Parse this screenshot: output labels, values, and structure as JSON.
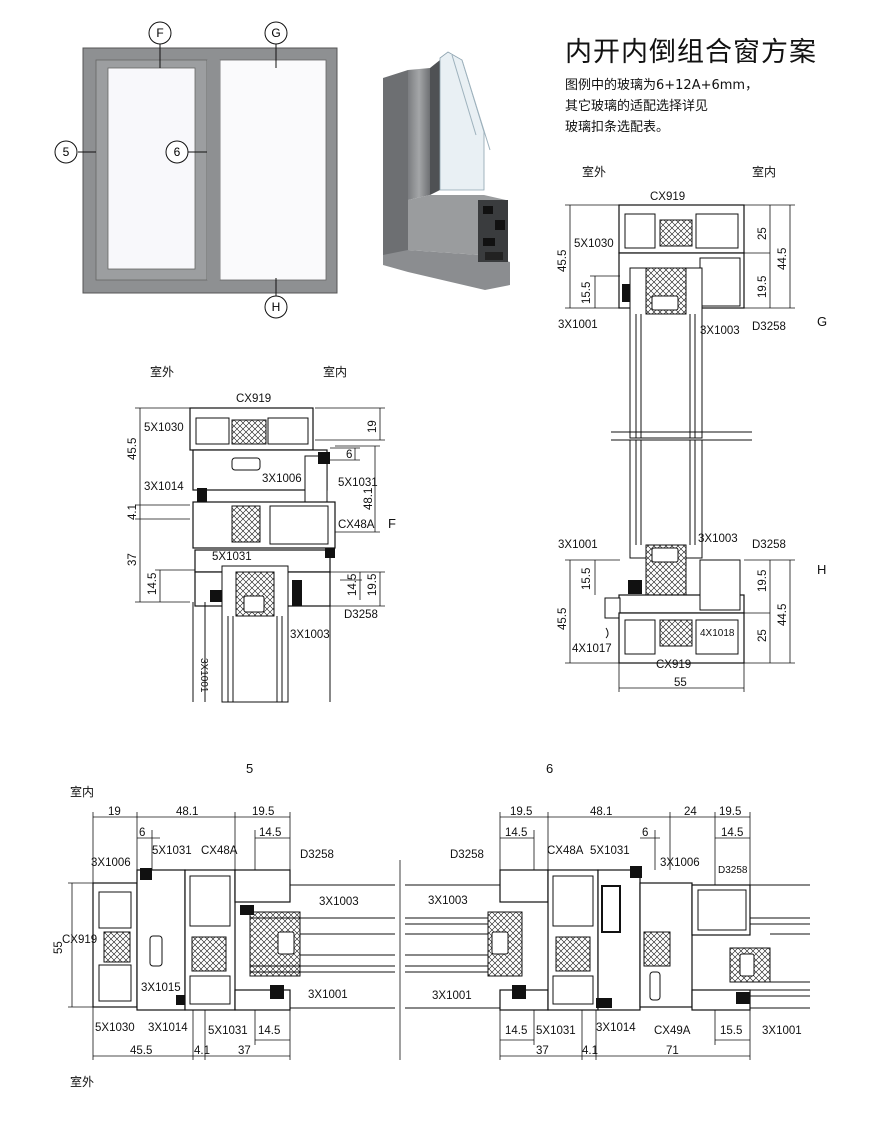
{
  "title": "内开内倒组合窗方案",
  "notes": [
    "图例中的玻璃为6+12A+6mm，",
    "其它玻璃的适配选择详见",
    "玻璃扣条选配表。"
  ],
  "elevation_markers": {
    "F": "F",
    "G": "G",
    "H": "H",
    "five": "5",
    "six": "6"
  },
  "labels": {
    "outdoor": "室外",
    "indoor": "室内",
    "section_F": "F",
    "section_G": "G",
    "section_H": "H",
    "section_5": "5",
    "section_6": "6"
  },
  "section_F": {
    "parts": [
      "CX919",
      "5X1030",
      "3X1006",
      "5X1031",
      "3X1014",
      "CX48A",
      "5X1031",
      "D3258",
      "3X1001",
      "3X1003"
    ],
    "dims": [
      "45.5",
      "4.1",
      "37",
      "14.5",
      "19",
      "6",
      "48.1",
      "14.5",
      "19.5"
    ]
  },
  "section_GH": {
    "parts": [
      "CX919",
      "5X1030",
      "3X1001",
      "3X1003",
      "D3258",
      "3X1001",
      "3X1003",
      "D3258",
      "4X1018",
      "4X1017",
      "CX919"
    ],
    "dims": [
      "45.5",
      "15.5",
      "25",
      "44.5",
      "19.5",
      "15.5",
      "45.5",
      "19.5",
      "25",
      "44.5",
      "55"
    ]
  },
  "section_5": {
    "parts": [
      "3X1006",
      "5X1031",
      "CX48A",
      "D3258",
      "3X1003",
      "CX919",
      "3X1015",
      "3X1001",
      "5X1030",
      "3X1014",
      "5X1031"
    ],
    "dims_top": [
      "19",
      "48.1",
      "19.5",
      "6",
      "14.5"
    ],
    "dims_left": [
      "55"
    ],
    "dims_bottom": [
      "45.5",
      "4.1",
      "37",
      "14.5"
    ]
  },
  "section_6": {
    "parts": [
      "D3258",
      "CX48A",
      "5X1031",
      "3X1006",
      "D3258",
      "3X1003",
      "3X1001",
      "5X1031",
      "3X1014",
      "CX49A",
      "3X1001"
    ],
    "dims_top": [
      "19.5",
      "48.1",
      "24",
      "19.5",
      "14.5",
      "6",
      "14.5"
    ],
    "dims_bottom": [
      "14.5",
      "37",
      "4.1",
      "71",
      "15.5"
    ]
  },
  "colors": {
    "profile": "#8a8c8e",
    "profile_dark": "#6f7173",
    "glass": "#ffffff",
    "line": "#111111"
  }
}
